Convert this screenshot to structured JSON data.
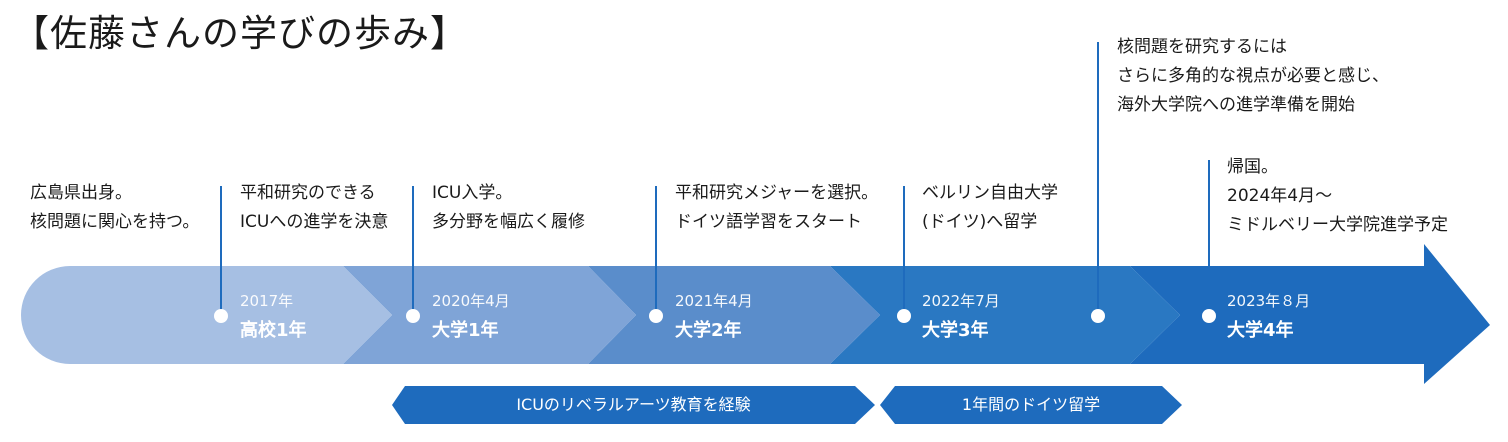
{
  "title": "【佐藤さんの学びの歩み】",
  "colors": {
    "segment_1": "#a6bfe3",
    "segment_2": "#7fa4d7",
    "segment_3": "#5a8dcb",
    "segment_4": "#2a78c2",
    "segment_5": "#1e6bbd",
    "band": "#1e6bbd",
    "tick": "#1e6bbd",
    "dot": "#ffffff"
  },
  "notes": {
    "hiroshima": [
      "広島県出身。",
      "核問題に関心を持つ。"
    ],
    "icu_decision": [
      "平和研究のできる",
      "ICUへの進学を決意"
    ],
    "icu_entry": [
      "ICU入学。",
      "多分野を幅広く履修"
    ],
    "peace_major": [
      "平和研究メジャーを選択。",
      "ドイツ語学習をスタート"
    ],
    "berlin": [
      "ベルリン自由大学",
      "(ドイツ)へ留学"
    ],
    "grad_prep": [
      "核問題を研究するには",
      "さらに多角的な視点が必要と感じ、",
      "海外大学院への進学準備を開始"
    ],
    "return": [
      "帰国。",
      "2024年4月～",
      "ミドルベリー大学院進学予定"
    ]
  },
  "milestones": [
    {
      "date": "2017年",
      "year": "高校1年"
    },
    {
      "date": "2020年4月",
      "year": "大学1年"
    },
    {
      "date": "2021年4月",
      "year": "大学2年"
    },
    {
      "date": "2022年7月",
      "year": "大学3年"
    },
    {
      "date": "2023年８月",
      "year": "大学4年"
    }
  ],
  "bands": [
    {
      "label": "ICUのリベラルアーツ教育を経験"
    },
    {
      "label": "1年間のドイツ留学"
    }
  ]
}
